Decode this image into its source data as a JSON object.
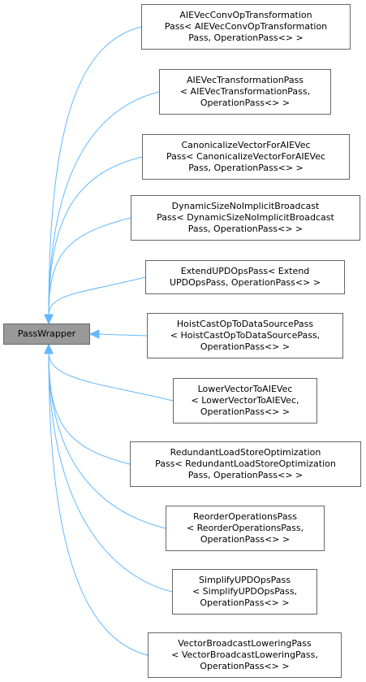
{
  "diagram": {
    "edge_color": "#63b8ff",
    "root": {
      "label": "PassWrapper",
      "fill": "#999999"
    },
    "derived": [
      {
        "id": "aievec-conv",
        "lines": [
          "AIEVecConvOpTransformation",
          "Pass< AIEVecConvOpTransformation",
          "Pass, OperationPass<> >"
        ]
      },
      {
        "id": "aievec-transform",
        "lines": [
          "AIEVecTransformationPass",
          "< AIEVecTransformationPass,",
          "OperationPass<> >"
        ]
      },
      {
        "id": "canonicalize",
        "lines": [
          "CanonicalizeVectorForAIEVec",
          "Pass< CanonicalizeVectorForAIEVec",
          "Pass, OperationPass<> >"
        ]
      },
      {
        "id": "dynamic-size",
        "lines": [
          "DynamicSizeNoImplicitBroadcast",
          "Pass< DynamicSizeNoImplicitBroadcast",
          "Pass, OperationPass<> >"
        ]
      },
      {
        "id": "extend-updops",
        "lines": [
          "ExtendUPDOpsPass< Extend",
          "UPDOpsPass, OperationPass<> >"
        ]
      },
      {
        "id": "hoist-cast",
        "lines": [
          "HoistCastOpToDataSourcePass",
          "< HoistCastOpToDataSourcePass,",
          "OperationPass<> >"
        ]
      },
      {
        "id": "lower-vector",
        "lines": [
          "LowerVectorToAIEVec",
          "< LowerVectorToAIEVec,",
          "OperationPass<> >"
        ]
      },
      {
        "id": "redundant-load",
        "lines": [
          "RedundantLoadStoreOptimization",
          "Pass< RedundantLoadStoreOptimization",
          "Pass, OperationPass<> >"
        ]
      },
      {
        "id": "reorder-ops",
        "lines": [
          "ReorderOperationsPass",
          "< ReorderOperationsPass,",
          "OperationPass<> >"
        ]
      },
      {
        "id": "simplify-updops",
        "lines": [
          "SimplifyUPDOpsPass",
          "< SimplifyUPDOpsPass,",
          "OperationPass<> >"
        ]
      },
      {
        "id": "vector-broadcast",
        "lines": [
          "VectorBroadcastLoweringPass",
          "< VectorBroadcastLoweringPass,",
          "OperationPass<> >"
        ]
      }
    ]
  }
}
